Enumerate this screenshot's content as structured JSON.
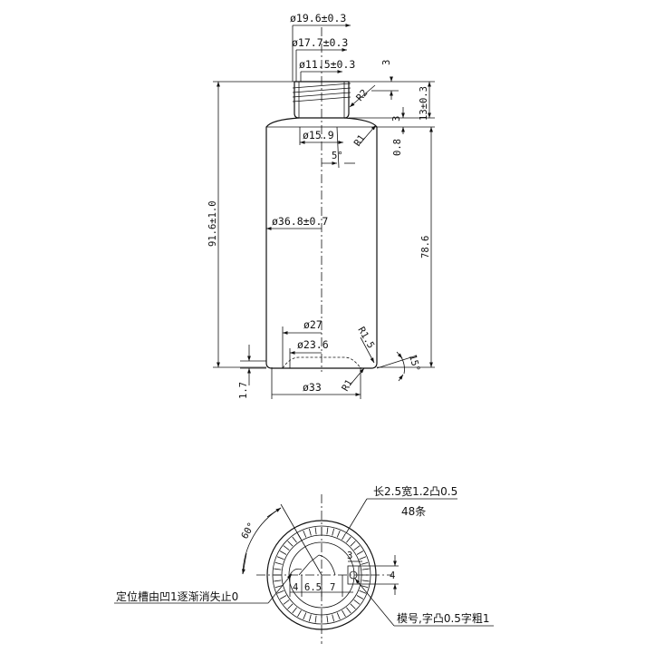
{
  "side_view": {
    "neck_od": "ø19.6±0.3",
    "thread_od": "ø17.7±0.3",
    "bore": "ø11.5±0.3",
    "thread_pitch": "3",
    "neck_radius": "R2",
    "neck_height": "13±0.3",
    "collar": "3",
    "shoulder_dia": "ø15.9",
    "shoulder_radius": "R1",
    "shoulder_gap": "0.8",
    "draft_angle": "5°",
    "body_dia": "ø36.8±0.7",
    "total_height": "91.6±1.0",
    "body_height": "78.6",
    "base_inner": "ø27",
    "base_ring": "ø23.6",
    "bottom_radius": "R1.5",
    "bottom_angle": "15°",
    "base_radius": "R1",
    "base_dia": "ø33",
    "base_recess": "1.7"
  },
  "bottom_view": {
    "rib_spec": "长2.5宽1.2凸0.5",
    "rib_count": "48条",
    "angle": "60°",
    "notch_note": "定位槽由凹1逐渐消失止0",
    "mark_note": "模号,字凸0.5字粗1",
    "dim_4a": "4",
    "dim_6_5": "6.5",
    "dim_7": "7",
    "dim_3": "3",
    "dim_4b": "4"
  }
}
